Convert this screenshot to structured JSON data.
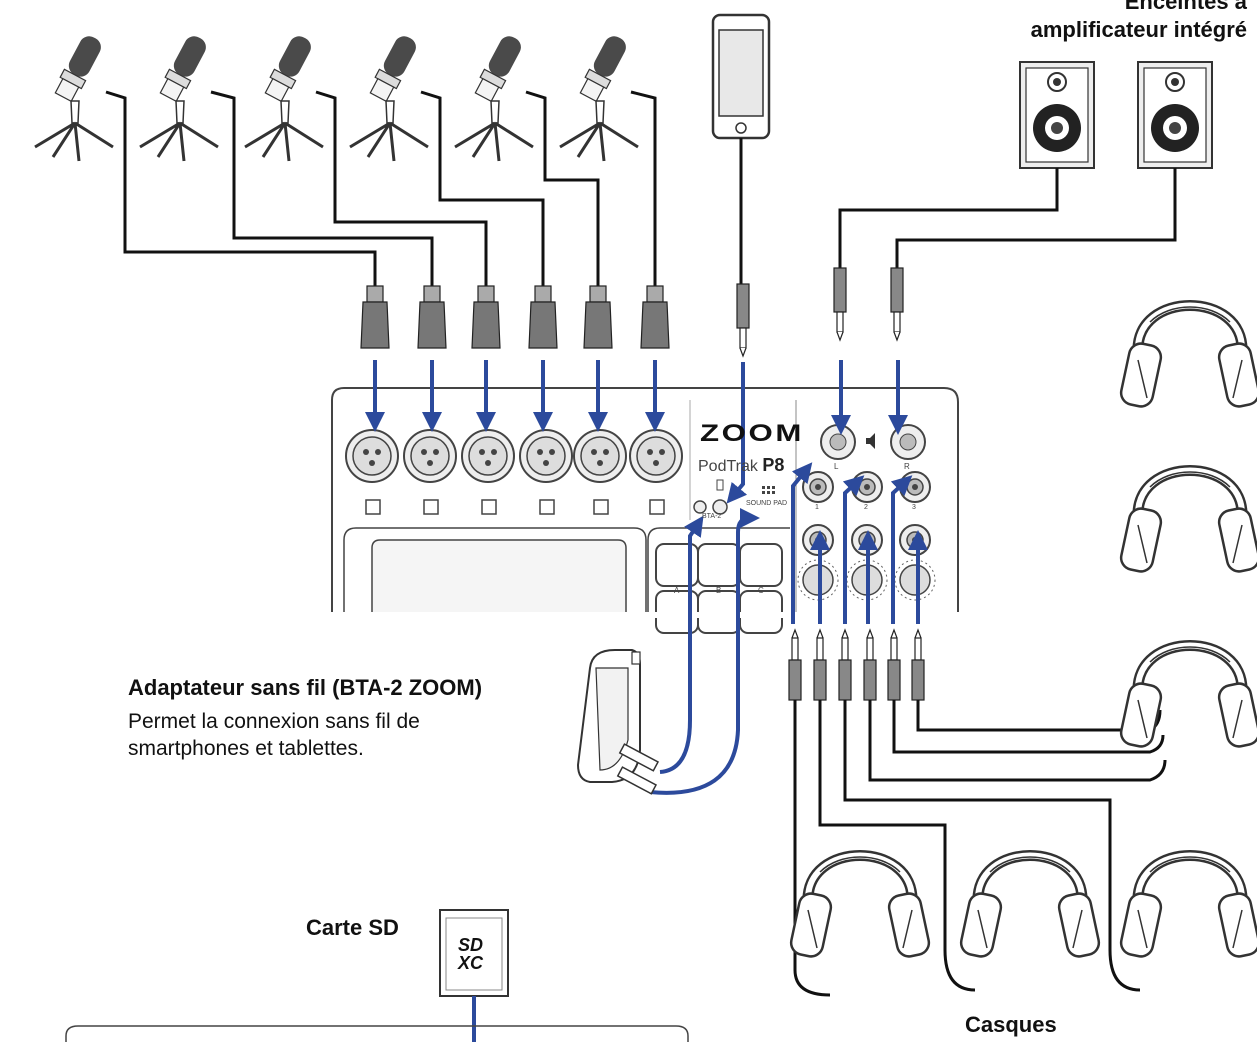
{
  "labels": {
    "speakers": [
      "Enceintes à",
      "amplificateur intégré"
    ],
    "adapter_title": "Adaptateur sans fil (BTA-2 ZOOM)",
    "adapter_desc": [
      "Permet la connexion sans fil de",
      "smartphones et tablettes."
    ],
    "sd_card": "Carte SD",
    "headphones": "Casques"
  },
  "device": {
    "brand": "ZOOM",
    "model_prefix": "PodTrak",
    "model": "P8",
    "sound_pad": "SOUND PAD",
    "bta_port": "BTA-2",
    "pad_labels": [
      "A",
      "B",
      "C"
    ],
    "phones_labels": [
      "1",
      "2",
      "3"
    ],
    "speaker_labels": [
      "L",
      "R"
    ]
  },
  "sd_logo": [
    "SD",
    "XC"
  ],
  "colors": {
    "arrow": "#2c4a9c",
    "cable": "#111111",
    "outline": "#333333"
  },
  "icons": [
    "microphone-icon",
    "smartphone-icon",
    "speaker-icon",
    "headphones-icon",
    "sd-card-icon",
    "wireless-adapter-icon"
  ]
}
